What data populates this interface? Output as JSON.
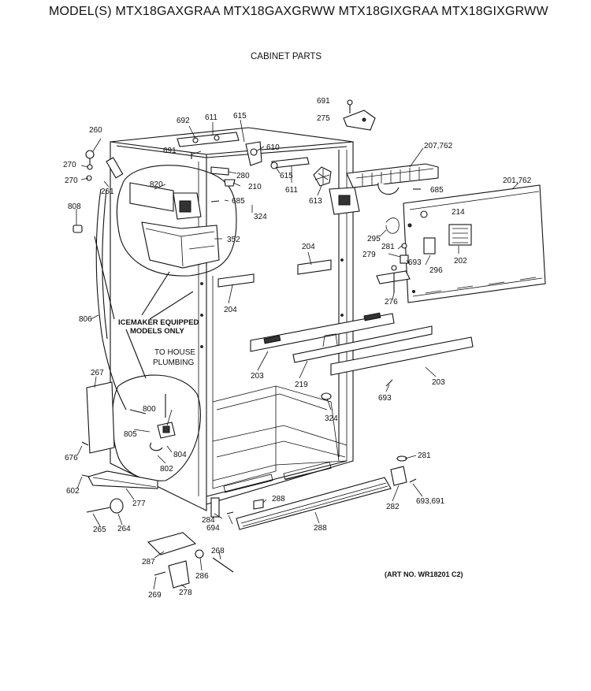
{
  "header": {
    "models_line": "MODEL(S) MTX18GAXGRAA  MTX18GAXGRWW  MTX18GIXGRAA  MTX18GIXGRWW"
  },
  "diagram": {
    "section_title": "CABINET PARTS",
    "art_number": "(ART NO. WR18201 C2)",
    "notes": {
      "icemaker_line1": "ICEMAKER EQUIPPED",
      "icemaker_line2": "MODELS ONLY",
      "plumbing_line1": "TO HOUSE",
      "plumbing_line2": "PLUMBING"
    },
    "callouts": {
      "c691_top": "691",
      "c275": "275",
      "c692": "692",
      "c611_top": "611",
      "c615_top": "615",
      "c610": "610",
      "c691_left": "691",
      "c280": "280",
      "c615_mid": "615",
      "c210": "210",
      "c611_mid": "611",
      "c207_762": "207,762",
      "c685_right": "685",
      "c201_762": "201,762",
      "c260": "260",
      "c270_a": "270",
      "c270_b": "270",
      "c261": "261",
      "c820": "820",
      "c685_mid": "685",
      "c324_top": "324",
      "c613": "613",
      "c214": "214",
      "c808": "808",
      "c352": "352",
      "c295": "295",
      "c281_top": "281",
      "c279": "279",
      "c693_top": "693",
      "c202": "202",
      "c204_right": "204",
      "c296": "296",
      "c204_left": "204",
      "c276": "276",
      "c806": "806",
      "c203_left": "203",
      "c219": "219",
      "c203_right": "203",
      "c693_mid": "693",
      "c267": "267",
      "c324_bot": "324",
      "c800": "800",
      "c805": "805",
      "c804": "804",
      "c676": "676",
      "c802": "802",
      "c281_bot": "281",
      "c602": "602",
      "c277": "277",
      "c288_a": "288",
      "c282": "282",
      "c693_691": "693,691",
      "c284": "284",
      "c265": "265",
      "c264": "264",
      "c694": "694",
      "c288_b": "288",
      "c268": "268",
      "c287": "287",
      "c286": "286",
      "c269": "269",
      "c278": "278"
    }
  }
}
